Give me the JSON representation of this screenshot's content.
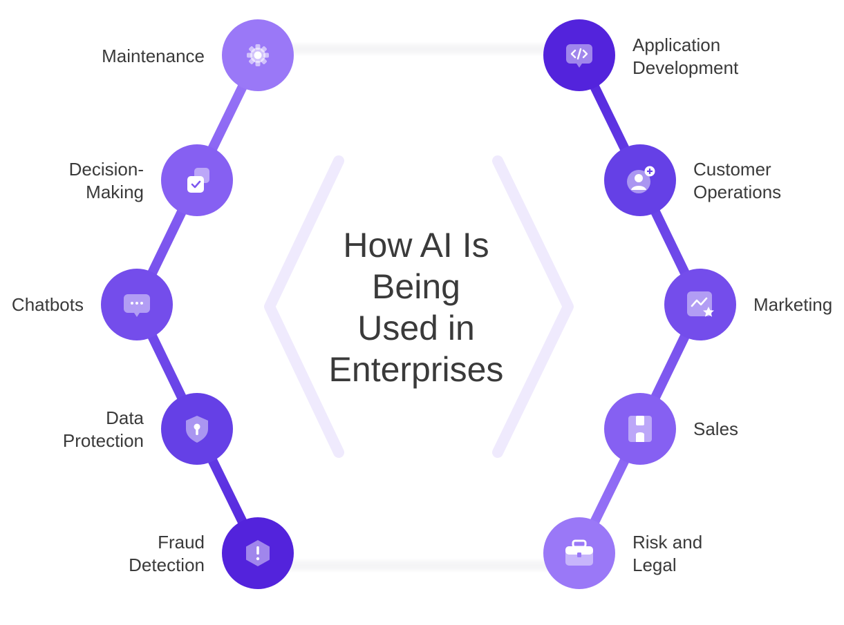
{
  "title": {
    "lines": [
      "How AI Is",
      "Being",
      "Used in",
      "Enterprises"
    ]
  },
  "left_items": [
    {
      "label_lines": [
        "Maintenance"
      ],
      "icon": "gear-icon",
      "color": "#9a78f7"
    },
    {
      "label_lines": [
        "Decision-",
        "Making"
      ],
      "icon": "checklist-icon",
      "color": "#8660f2"
    },
    {
      "label_lines": [
        "Chatbots"
      ],
      "icon": "chat-bubble-icon",
      "color": "#744deb"
    },
    {
      "label_lines": [
        "Data",
        "Protection"
      ],
      "icon": "shield-keyhole-icon",
      "color": "#6540e6"
    },
    {
      "label_lines": [
        "Fraud",
        "Detection"
      ],
      "icon": "alert-hexagon-icon",
      "color": "#5323dc"
    }
  ],
  "right_items": [
    {
      "label_lines": [
        "Application",
        "Development"
      ],
      "icon": "code-bubble-icon",
      "color": "#5323dc"
    },
    {
      "label_lines": [
        "Customer",
        "Operations"
      ],
      "icon": "user-add-icon",
      "color": "#6540e6"
    },
    {
      "label_lines": [
        "Marketing"
      ],
      "icon": "chart-star-icon",
      "color": "#744deb"
    },
    {
      "label_lines": [
        "Sales"
      ],
      "icon": "storefront-icon",
      "color": "#8660f2"
    },
    {
      "label_lines": [
        "Risk and",
        "Legal"
      ],
      "icon": "briefcase-icon",
      "color": "#9a78f7"
    }
  ],
  "colors": {
    "text": "#3a3a3a",
    "chevron": "#efeafd",
    "connector_light": "#9a78f7",
    "connector_dark": "#5323dc"
  }
}
